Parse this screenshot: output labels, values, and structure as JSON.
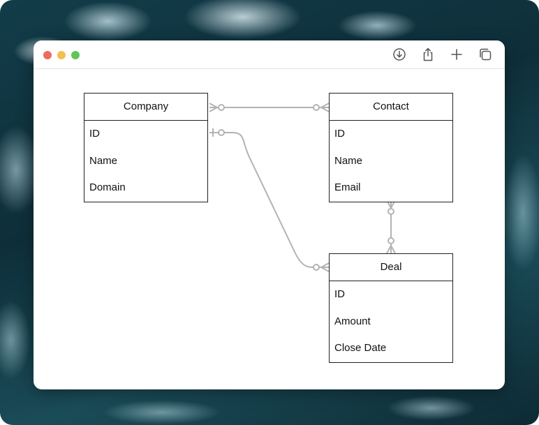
{
  "window": {
    "traffic_colors": {
      "close": "#ec6a5e",
      "minimize": "#f4bf4f",
      "maximize": "#61c554"
    },
    "toolbar_icons": [
      "download-icon",
      "share-icon",
      "plus-icon",
      "duplicate-icon"
    ]
  },
  "diagram": {
    "line_color": "#b3b3b3",
    "entities": {
      "company": {
        "title": "Company",
        "fields": [
          "ID",
          "Name",
          "Domain"
        ]
      },
      "contact": {
        "title": "Contact",
        "fields": [
          "ID",
          "Name",
          "Email"
        ]
      },
      "deal": {
        "title": "Deal",
        "fields": [
          "ID",
          "Amount",
          "Close Date"
        ]
      }
    },
    "relationships": [
      {
        "from": "Company",
        "to": "Contact",
        "from_cardinality": "zero-or-many",
        "to_cardinality": "zero-or-many"
      },
      {
        "from": "Company.ID",
        "to": "Deal",
        "from_cardinality": "zero-or-one",
        "to_cardinality": "zero-or-many"
      },
      {
        "from": "Contact",
        "to": "Deal",
        "from_cardinality": "zero-or-many",
        "to_cardinality": "zero-or-many"
      }
    ]
  }
}
